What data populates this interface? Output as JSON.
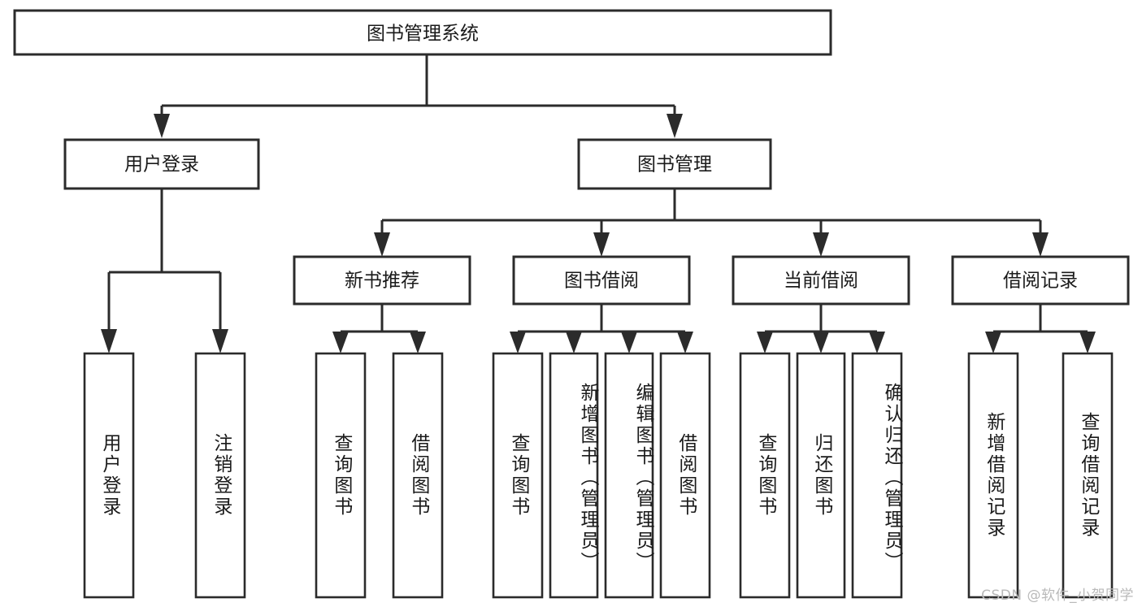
{
  "diagram": {
    "title": "图书管理系统",
    "type": "tree",
    "watermark": "CSDN @软件_小贺同学",
    "colors": {
      "background": "#ffffff",
      "box_fill": "#ffffff",
      "box_stroke": "#2b2b2b",
      "text": "#1a1a1a",
      "watermark": "#b9b9b9"
    },
    "root": {
      "label": "图书管理系统",
      "orientation": "horizontal"
    },
    "level2": [
      {
        "label": "用户登录",
        "orientation": "horizontal"
      },
      {
        "label": "图书管理",
        "orientation": "horizontal"
      }
    ],
    "level3": [
      {
        "label": "新书推荐",
        "orientation": "horizontal"
      },
      {
        "label": "图书借阅",
        "orientation": "horizontal"
      },
      {
        "label": "当前借阅",
        "orientation": "horizontal"
      },
      {
        "label": "借阅记录",
        "orientation": "horizontal"
      }
    ],
    "leaves": {
      "user_login": [
        {
          "label": "用户登录",
          "orientation": "vertical"
        },
        {
          "label": "注销登录",
          "orientation": "vertical"
        }
      ],
      "new_book_recommend": [
        {
          "label": "查询图书",
          "orientation": "vertical"
        },
        {
          "label": "借阅图书",
          "orientation": "vertical"
        }
      ],
      "book_borrow": [
        {
          "label": "查询图书",
          "orientation": "vertical"
        },
        {
          "label": "新增图书（管理员）",
          "orientation": "vertical"
        },
        {
          "label": "编辑图书（管理员）",
          "orientation": "vertical"
        },
        {
          "label": "借阅图书",
          "orientation": "vertical"
        }
      ],
      "current_borrow": [
        {
          "label": "查询图书",
          "orientation": "vertical"
        },
        {
          "label": "归还图书",
          "orientation": "vertical"
        },
        {
          "label": "确认归还（管理员）",
          "orientation": "vertical"
        }
      ],
      "borrow_record": [
        {
          "label": "新增借阅记录",
          "orientation": "vertical"
        },
        {
          "label": "查询借阅记录",
          "orientation": "vertical"
        }
      ]
    }
  }
}
